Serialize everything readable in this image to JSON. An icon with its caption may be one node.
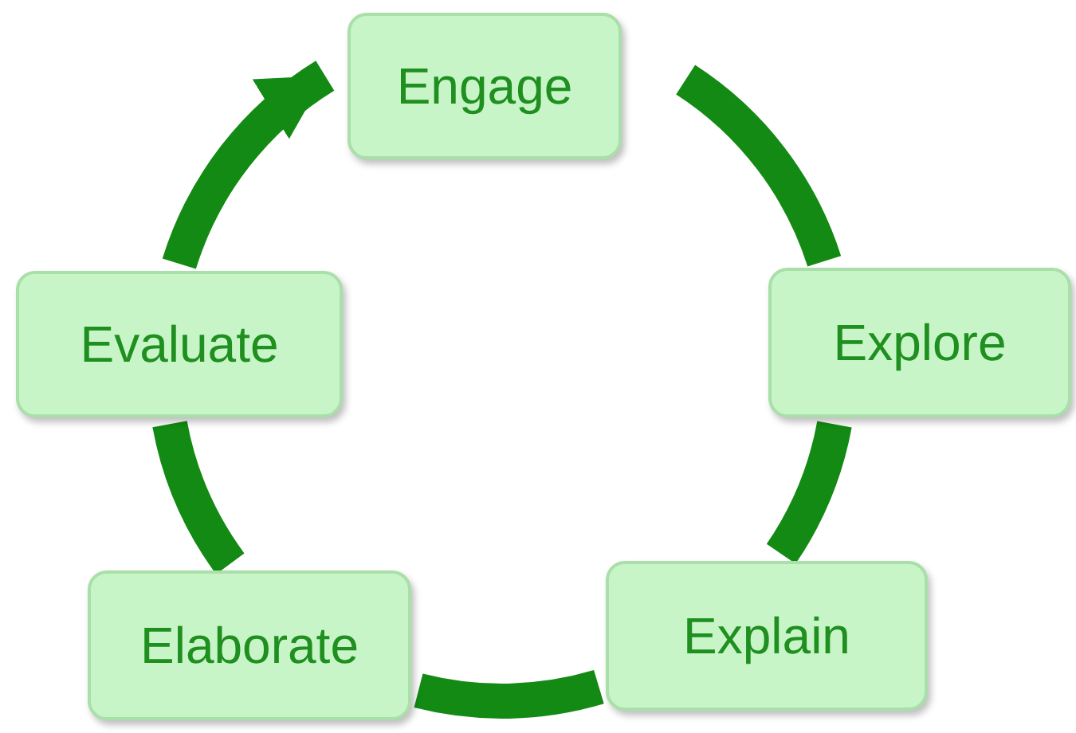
{
  "diagram": {
    "nodes": [
      {
        "text": [
          "Engage"
        ]
      },
      {
        "text": [
          "Explore"
        ]
      },
      {
        "text": [
          "Explain"
        ]
      },
      {
        "text": [
          "Elaborate"
        ]
      },
      {
        "text": [
          "Evaluate"
        ]
      }
    ],
    "edges": [
      {
        "from": 0,
        "to": 1,
        "arrow": "none"
      },
      {
        "from": 1,
        "to": 2,
        "arrow": "none"
      },
      {
        "from": 2,
        "to": 3,
        "arrow": "none"
      },
      {
        "from": 3,
        "to": 4,
        "arrow": "none"
      },
      {
        "from": 4,
        "to": 0,
        "arrow": "to"
      }
    ]
  }
}
